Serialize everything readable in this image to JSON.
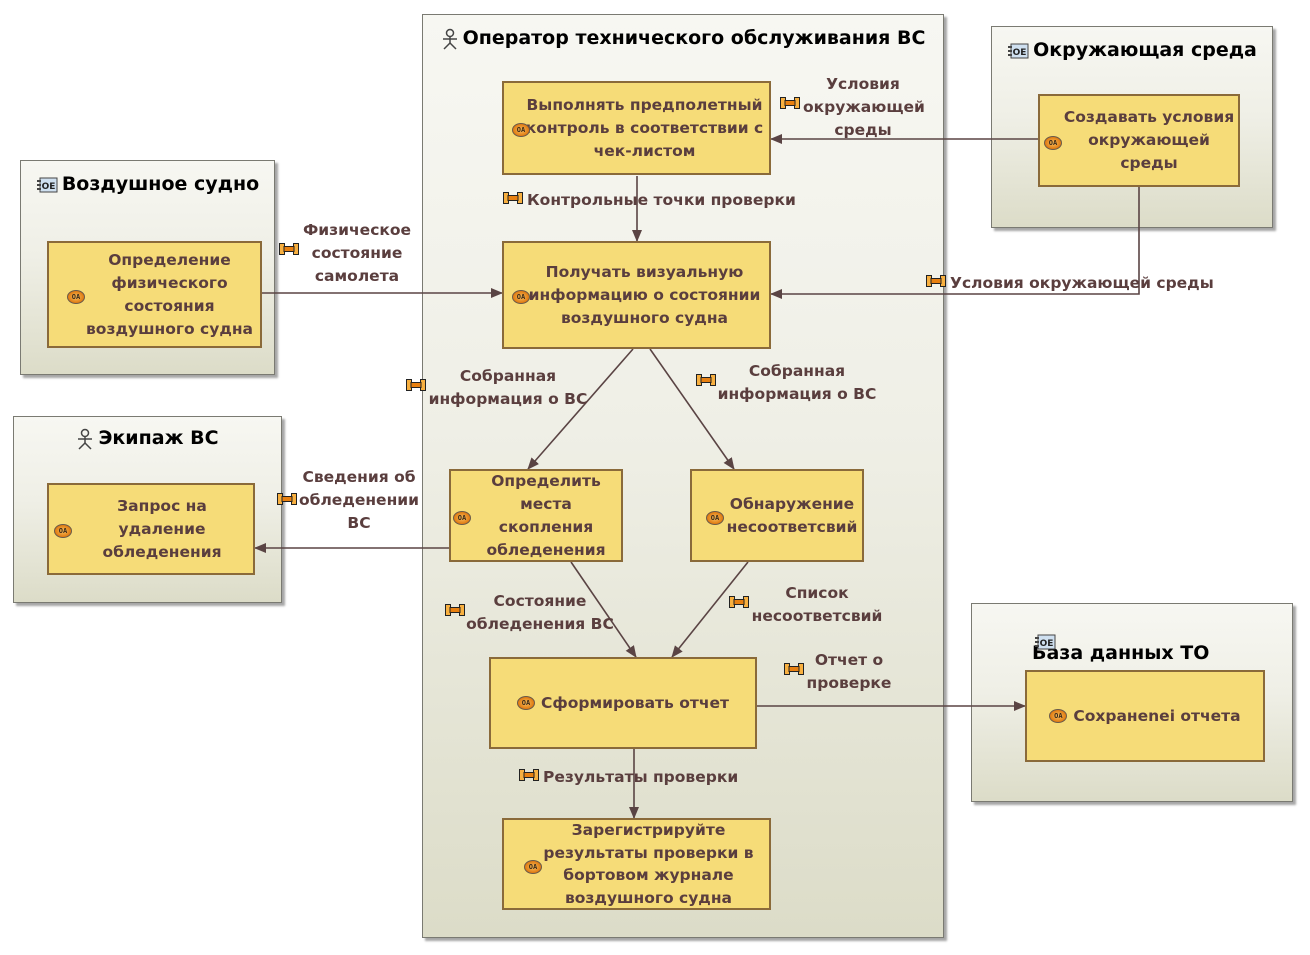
{
  "entities": {
    "operator": {
      "title": "Оператор технического обслуживания ВС",
      "kind": "actor"
    },
    "environment": {
      "title": "Окружающая среда",
      "kind": "operational-entity"
    },
    "aircraft": {
      "title": "Воздушное судно",
      "kind": "operational-entity"
    },
    "crew": {
      "title": "Экипаж ВС",
      "kind": "actor"
    },
    "database": {
      "title": "База данных ТО\nавиакомпаний",
      "kind": "operational-entity"
    }
  },
  "functions": {
    "preflight": "Выполнять предполетный\nконтроль в соответствии с\nчек-листом",
    "create_env": "Создавать условия\nокружающей среды",
    "phys_state": "Определение\nфизического\nсостояния\nвоздушного судна",
    "visual_info": "Получать визуальную\nинформацию о состоянии\nвоздушного судна",
    "icing_spots": "Определить\nместа скопления\nобледенения",
    "discrepancy": "Обнаружение\nнесоответсвий",
    "deice_request": "Запрос на удаление\nобледенения",
    "report": "Сформировать отчет",
    "save_report": "Сохранenei отчета",
    "register": "Зарегистрируйте\nрезультаты проверки в\nбортовом журнале\nвоздушного судна"
  },
  "exchanges": {
    "env_conditions_1": "Условия\nокружающей\nсреды",
    "checkpoints": "Контрольные точки проверки",
    "phys_state_plane": "Физическое\nсостояние\nсамолета",
    "env_conditions_2": "Условия окружающей среды",
    "collected_info_1": "Собранная\nинформация о ВС",
    "collected_info_2": "Собранная\nинформация о ВС",
    "icing_info": "Сведения об\nобледенении\nВС",
    "icing_state": "Состояние\nобледенения ВС",
    "discrepancy_list": "Список\nнесоответсвий",
    "report_out": "Отчет о\nпроверке",
    "check_results": "Результаты проверки"
  },
  "icons": {
    "function": "OA",
    "entity": "OE"
  },
  "colors": {
    "function_fill": "#f6dc78",
    "function_border": "#8a6a3a",
    "link": "#5a4444",
    "label_text": "#5a3e3e"
  }
}
